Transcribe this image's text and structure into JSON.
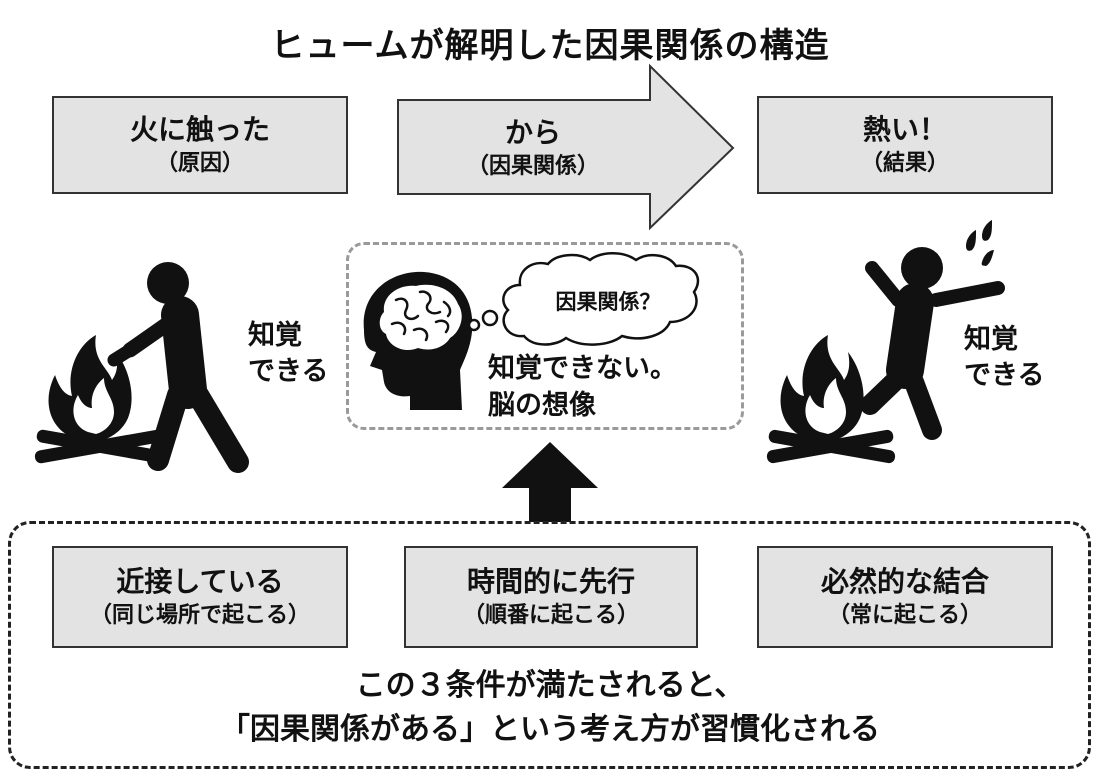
{
  "title": "ヒュームが解明した因果関係の構造",
  "cause": {
    "label": "火に触った",
    "sub": "（原因）"
  },
  "relation": {
    "label": "から",
    "sub": "（因果関係）"
  },
  "effect": {
    "label": "熱い！",
    "sub": "（結果）"
  },
  "left_perceive": [
    "知覚",
    "できる"
  ],
  "right_perceive": [
    "知覚",
    "できる"
  ],
  "thought_bubble": "因果関係？",
  "brain_caption": [
    "知覚できない。",
    "脳の想像"
  ],
  "conditions": [
    {
      "label": "近接している",
      "sub": "（同じ場所で起こる）"
    },
    {
      "label": "時間的に先行",
      "sub": "（順番に起こる）"
    },
    {
      "label": "必然的な結合",
      "sub": "（常に起こる）"
    }
  ],
  "conclusion": [
    "この３条件が満たされると、",
    "「因果関係がある」という考え方が習慣化される"
  ],
  "colors": {
    "box_fill": "#e3e3e3",
    "box_border": "#333333",
    "figure": "#111111",
    "dash_light": "#9a9a9a"
  },
  "icons": [
    "arrow-right-icon",
    "fire-icon",
    "person-reaching-icon",
    "person-jumping-icon",
    "brain-head-icon",
    "thought-bubble-icon",
    "arrow-up-icon"
  ]
}
